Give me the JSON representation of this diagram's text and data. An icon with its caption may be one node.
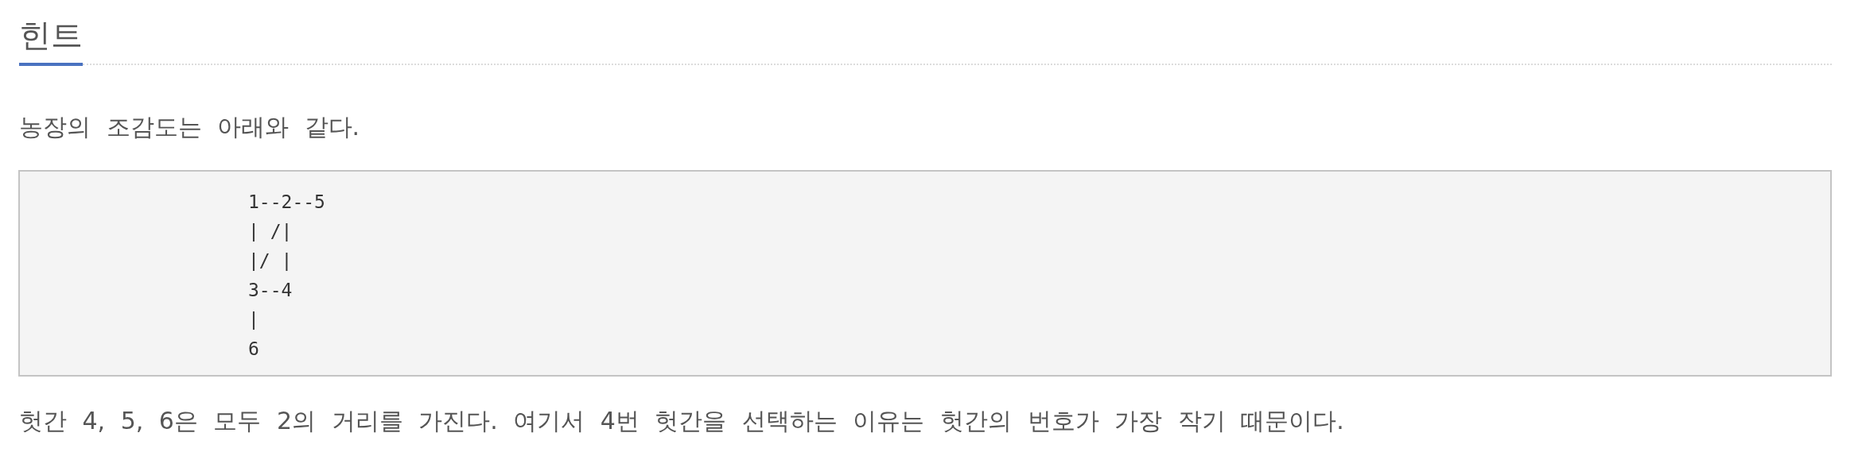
{
  "diagram": {
    "title": "힌트",
    "nodes": [
      {
        "text": [
          "1--2--5",
          "| /|",
          "|/ |",
          "3--4",
          "|",
          "6"
        ]
      }
    ],
    "labels": [
      "농장의 조감도는 아래와 같다.",
      "헛간 4, 5, 6은 모두 2의 거리를 가진다. 여기서 4번 헛간을 선택하는 이유는 헛간의 번호가 가장 작기 때문이다."
    ]
  }
}
